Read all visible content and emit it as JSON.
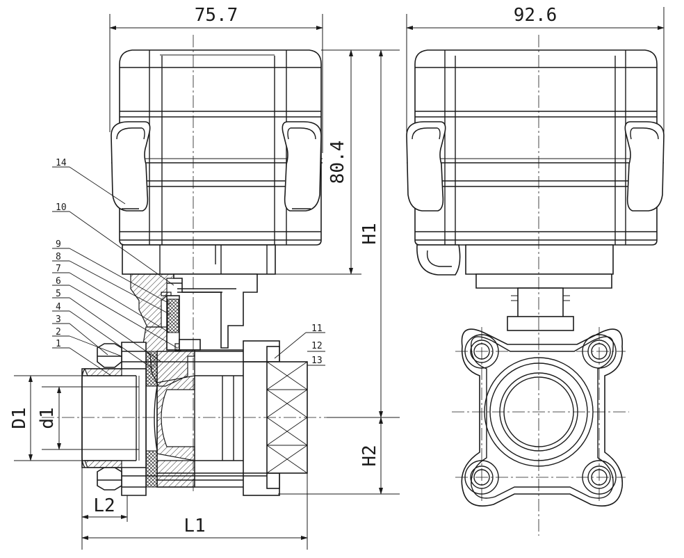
{
  "dimensions": {
    "front_width": "75.7",
    "side_width": "92.6",
    "actuator_height": "80.4",
    "h1": "H1",
    "h2": "H2",
    "d1_outer": "D1",
    "d1_inner": "d1",
    "l2": "L2",
    "l1": "L1"
  },
  "callouts": [
    "14",
    "10",
    "9",
    "8",
    "7",
    "6",
    "5",
    "4",
    "3",
    "2",
    "1",
    "11",
    "12",
    "13"
  ]
}
